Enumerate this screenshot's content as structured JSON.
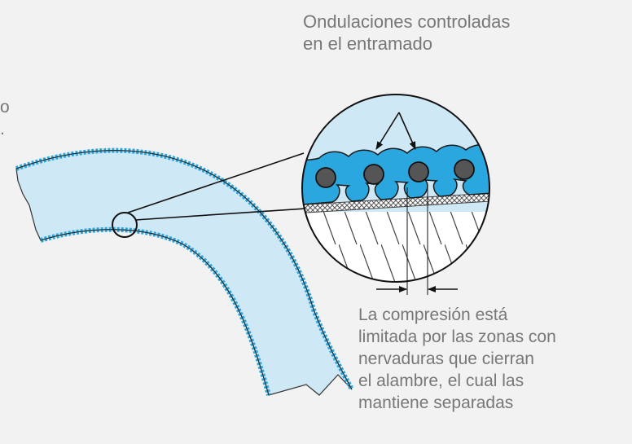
{
  "labels": {
    "top": [
      "Ondulaciones controladas",
      "en el entramado"
    ],
    "bottom": [
      "La compresión está",
      "limitada por las zonas con",
      "nervaduras que cierran",
      "el alambre, el cual las",
      "mantiene separadas"
    ],
    "left_partial": [
      "o",
      "."
    ]
  },
  "colors": {
    "background": "#f2f2f2",
    "gasket_fill": "#cfe8f6",
    "ribbed_layer": "#2ba7df",
    "wire": "#555555",
    "outline": "#222222",
    "text": "#777777"
  }
}
